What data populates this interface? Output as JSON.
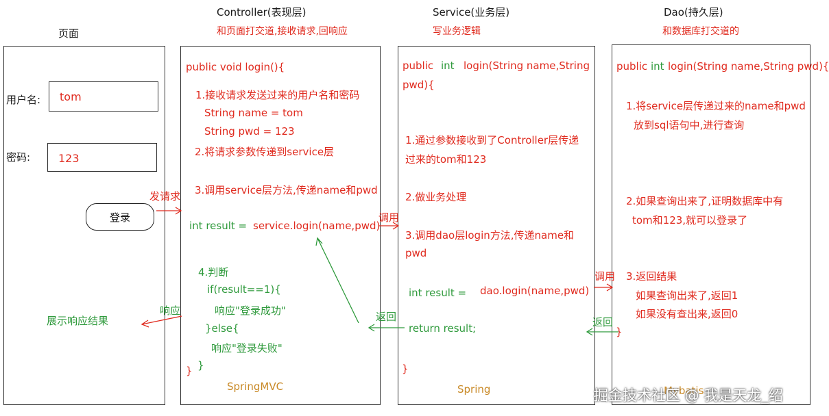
{
  "layers": {
    "page": {
      "title": "页面"
    },
    "controller": {
      "title": "Controller(表现层)",
      "subtitle": "和页面打交道,接收请求,回响应",
      "framework": "SpringMVC"
    },
    "service": {
      "title": "Service(业务层)",
      "subtitle": "写业务逻辑",
      "framework": "Spring"
    },
    "dao": {
      "title": "Dao(持久层)",
      "subtitle": "和数据库打交道的",
      "framework": "Mybatis"
    }
  },
  "page_box": {
    "username_label": "用户名:",
    "username_value": "tom",
    "password_label": "密码:",
    "password_value": "123",
    "login_button": "登录",
    "result_text": "展示响应结果"
  },
  "controller_box": {
    "lines": [
      "public void login(){",
      "1.接收请求发送过来的用户名和密码",
      "String name = tom",
      "String pwd = 123",
      "2.将请求参数传递到service层",
      "3.调用service层方法,传递name和pwd"
    ],
    "call_left": "int result =",
    "call_right": "service.login(name,pwd)",
    "judge": [
      "4.判断",
      "if(result==1){",
      "响应\"登录成功\"",
      "}else{",
      "响应\"登录失败\"",
      "}"
    ],
    "close": "}"
  },
  "service_box": {
    "sig_1a": "public",
    "sig_1b": "int",
    "sig_1c": "login(String name,String",
    "sig_2": "pwd){",
    "steps": [
      "1.通过参数接收到了Controller层传递",
      "过来的tom和123",
      "2.做业务处理",
      "3.调用dao层login方法,传递name和",
      "pwd"
    ],
    "call_left": "int result =",
    "call_right": "dao.login(name,pwd)",
    "return_line": "return result;",
    "close": "}"
  },
  "dao_box": {
    "sig_a": "public",
    "sig_b": "int",
    "sig_c": "login(String name,String pwd){",
    "steps": [
      "1.将service层传递过来的name和pwd",
      "放到sql语句中,进行查询",
      "2.如果查询出来了,证明数据库中有",
      "tom和123,就可以登录了",
      "3.返回结果",
      "如果查询出来了,返回1",
      "如果没有查出来,返回0"
    ],
    "close": "}"
  },
  "arrows": {
    "send_request": "发请求",
    "call_1": "调用",
    "call_2": "调用",
    "return_1": "返回",
    "return_2": "返回",
    "respond": "响应"
  },
  "watermark": "掘金技术社区 @ 我是天龙_绍"
}
